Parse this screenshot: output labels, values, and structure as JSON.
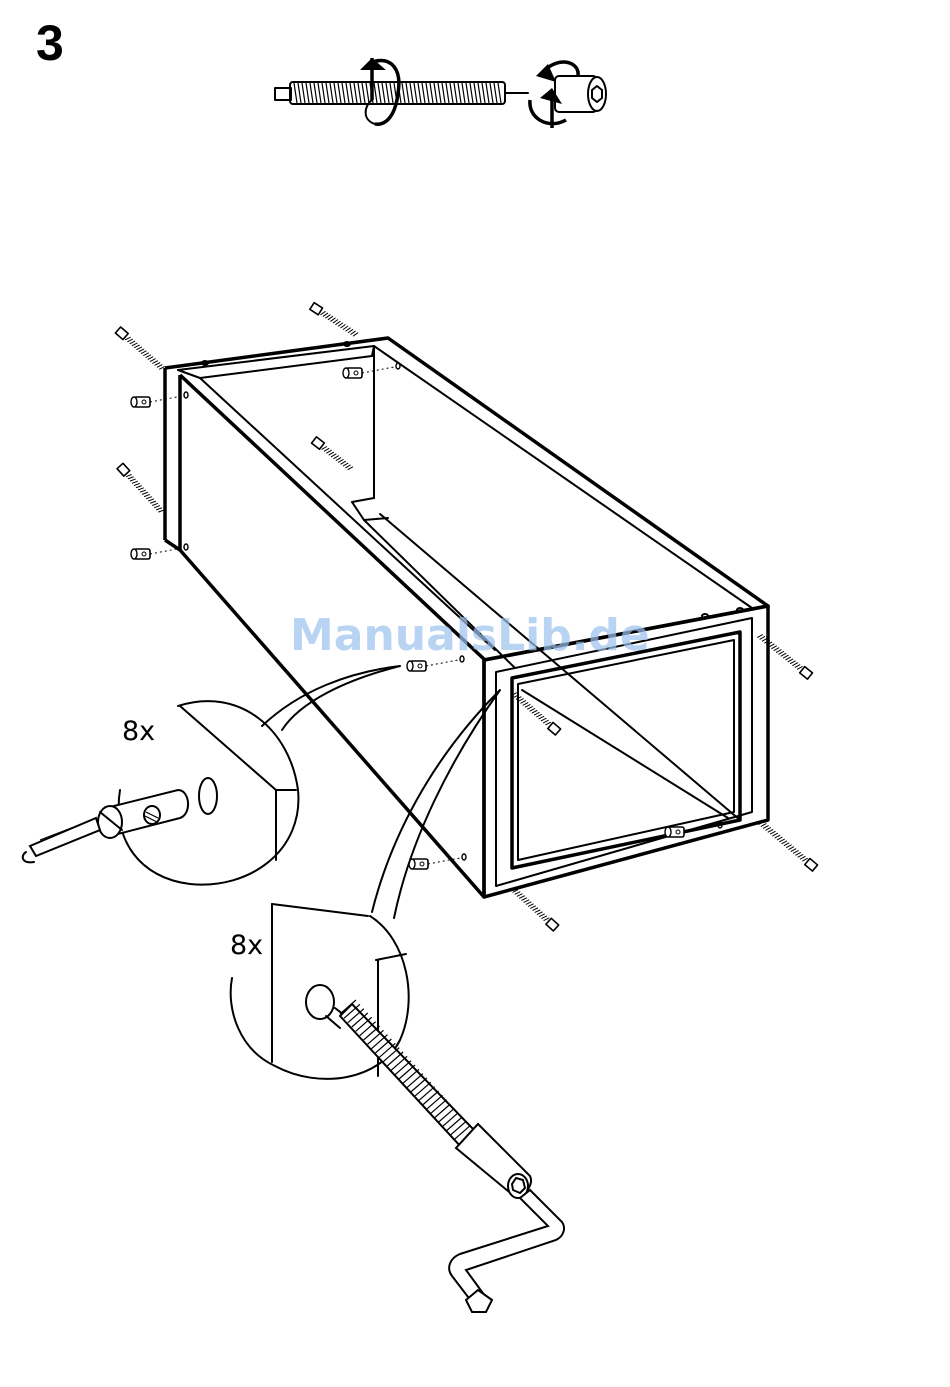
{
  "step": {
    "number": "3"
  },
  "callouts": {
    "cam_lock_quantity": "8x",
    "dowel_quantity": "8x"
  },
  "watermark": {
    "text": "ManualsLib.de",
    "color": "#9cc3ee"
  },
  "icons": [
    "threaded-dowel-rotation-icon",
    "socket-rotation-icon",
    "cabinet-frame-illustration",
    "cam-lock-detail-icon",
    "screwdriver-icon",
    "threaded-dowel-detail-icon",
    "allen-key-icon"
  ]
}
